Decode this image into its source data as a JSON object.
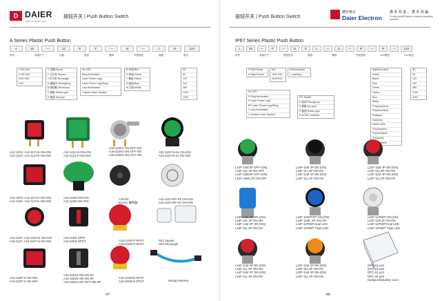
{
  "left": {
    "brand": "DAIER",
    "brand_mark": "D",
    "brand_url": "www.cndaier.com",
    "header_title": "按钮开关 | Push Button Switch",
    "section_title": "A Series Plastic Push Button",
    "codes": [
      "A",
      "16",
      "—",
      "11",
      "S",
      "Y",
      "—",
      "N",
      "—",
      "□",
      "R",
      "12V"
    ],
    "code_labels": [
      "系列",
      "安装尺寸",
      "功能",
      "按钮",
      "照明",
      "外壳颜色",
      "按帽",
      "电压"
    ],
    "pos_table": [
      "1 NO 1NC",
      "2 NO 2NC",
      "ZNO 2NC",
      "1NC"
    ],
    "shape_table": [
      "Y 正圆 Round",
      "F 正方形 Square",
      "J 长方形 Rectangle",
      "M 蘑菇头 Emergency",
      "B 带钥匙 Mushroom",
      "K 钥匙 Rotary type",
      "R 旋钮 key type"
    ],
    "lamp_table": [
      "No LED",
      "Ring illuminated",
      "Laser Power Logo",
      "Laser Power Logo/Ring",
      "Lacs illuminated",
      "Custom Laser Symbol"
    ],
    "color_table": [
      "R 红色/Red",
      "G 绿色/Green",
      "Y 黄色/Yellow",
      "B 蓝色/Blue",
      "W 白色/White"
    ],
    "voltage_table": [
      "3V",
      "5V",
      "12V",
      "24V",
      "48V",
      "110V",
      "220V"
    ],
    "captions": [
      [
        "A12-11FH, A12-11FI-N ON-ION",
        "A12-11ZH, A12-11ZI-N ON-ION"
      ],
      [
        "A16-11SJ-N ON-ION",
        "A16-11ZJ-N ON-ION"
      ],
      [
        "A16-11ZK2 ON-OFF-ON",
        "A16-22ZK2 ON-OFF-ON",
        "A16-22ZK3 ON-OFF-ON"
      ],
      [
        "A22-11SY-N-SL ON-ION",
        "A22-11ZY-N-SL ON-ION"
      ],
      [
        "A12-11FH, A12-11FI-N ON-ION",
        "A12-11ZH, A12-11ZI-N ON-ION"
      ],
      [
        "A16-11SM ON-ION",
        "A16-11ZM ON-ION"
      ],
      [
        "A16-BZ",
        "Buzzer 蜂鸣器"
      ],
      [
        "A22-11SY-EP-SS ON-ION",
        "A22-11ZY-EP-SS ON-ION"
      ],
      [
        "A16-11SY, A16-11SY-N ON-ION",
        "A16-11ZY, A16-11ZY-N ON-ION"
      ],
      [
        "A16-11SR SPDT",
        "A16-20SR DPDT"
      ],
      [
        "A16-10SR-P SPST",
        "A16-20SR-P DPST"
      ],
      [
        "S01 Square",
        "S02 Rectangle"
      ],
      [
        "A16-22ZF-N ON-ION",
        "A16-22ZF-N ON-ION"
      ],
      [
        "A16-11ZX2 ON-ON EP",
        "A16-22ZX2 ON-ON EP",
        "A16-22ZX3 ON-OFF-ON EP"
      ],
      [
        "A16-10SR-B SPST",
        "A16-20SR-B DPST"
      ],
      [
        "Wiring Harness"
      ]
    ],
    "page_number": "-47-"
  },
  "right": {
    "brand": "Daier Electron",
    "brand_cn": "德尔电子",
    "slogan_cn": "携 手 共 进 ， 携 手 共 赢",
    "slogan_en": "Professional&Passion makes everything possible",
    "header_title": "按钮开关 | Push Button Switch",
    "section_title": "IP67 Series Plastic Push Button",
    "codes": [
      "L",
      "16",
      "—",
      "F",
      "—",
      "11",
      "E",
      "L",
      "—",
      "S",
      "—",
      "R",
      "—",
      "R",
      "—",
      "12V"
    ],
    "code_labels": [
      "系列",
      "安装尺寸",
      "按钮形状",
      "按钮",
      "照明",
      "外壳颜色",
      "LED颜色",
      "LED电压"
    ],
    "shape_table": [
      "F Flat Round",
      "H High Round"
    ],
    "contact_table": [
      "NO",
      "1NO 1NC",
      "2NO/2NC"
    ],
    "action_table": [
      "M Momentary",
      "L Latching"
    ],
    "lamp_table": [
      "No LED",
      "E Ring illuminated",
      "P Laser Power Logo",
      "EP Laser Power Logo/Ring",
      "L Lacs illuminated",
      "C Custom Laser Symbol"
    ],
    "switch_table": [
      "F/C Switch",
      "E 急停 Emergency",
      "K 钥匙 key type",
      "R 旋钮 Rotary type",
      "D DC/AC Indicator"
    ],
    "housing_table": [
      "Stainless steel",
      "Nickel",
      "Black",
      "Red",
      "Green",
      "Yellow",
      "Blue",
      "White",
      "Polypropylene",
      "Polyaluminium",
      "Rolapipe",
      "Stainless",
      "Nickel ashe",
      "Polyethylene",
      "Polybutadyne",
      "Polyacetal",
      "Polybutylene"
    ],
    "voltage_table": [
      "3V",
      "5V",
      "12V",
      "24V",
      "48V",
      "110V",
      "220V"
    ],
    "captions": [
      [
        "L12F-10M 3P OFF-(ON)",
        "L16F-10L 3P ON-OFF",
        "L12F-10M/4P OFF-(ON)",
        "L12F-10ML 4P ON-OFF"
      ],
      [
        "L16F-11M 3P ON-(ON)",
        "L16F-11L 3P ON-ON",
        "L16F-11M 4P ON-(ON)",
        "L16F-11L 4P ON-ON"
      ],
      [
        "L22F-11M 3P ON-(ON)",
        "L22F-11L 3P ON-ON",
        "L22F-11M 4P ON-(ON)",
        "L22F-11L 4P ON-ON"
      ],
      [
        "L16F-11M 3P ON-(ON)",
        "L16F-10L 3P ON-ON",
        "L16F-11M 4P ON-(ON)",
        "L16F-11L 4P ON-ON"
      ],
      [
        "L16F-11M/P/SP ON-(ON)",
        "L16F-11ML SP ON-ON",
        "L16F-11PM/P Dual LED",
        "L16F-11PM/P Triple LED"
      ],
      [
        "L22F-11PM/P ON-(ON)",
        "L22F-11PL/P ON-ON",
        "L22F-11PM/P Dual LED",
        "L22F-11PM/P Triple LED"
      ],
      [
        "L16F-11M 3P ON-(ON)",
        "L16F-11L 3P ON-ON",
        "L16F-11M 4P ON-(ON)",
        "L16F-11L 4P ON-ON"
      ],
      [
        "L22F-11M 3P ON-(ON)",
        "L22F-11L 3P ON-ON",
        "L22F-11M 4P ON-(ON)",
        "L22F-11L 4P ON-ON"
      ],
      [
        "DPC-16 ⌀16",
        "DPC-19 ⌀19",
        "DPC-22 ⌀22",
        "DPC-25 ⌀25",
        "Dustproof&Safety cover"
      ]
    ],
    "page_number": "-48-"
  }
}
